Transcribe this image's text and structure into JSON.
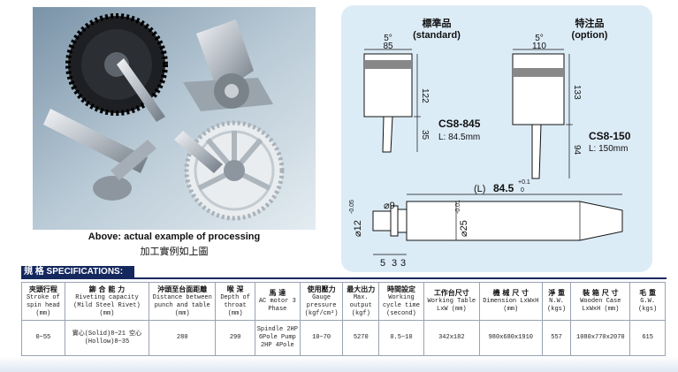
{
  "photo": {
    "caption_en": "Above: actual example of processing",
    "caption_zh": "加工實例如上圖"
  },
  "drawing": {
    "standard": {
      "label_zh": "標準品",
      "label_en": "(standard)",
      "angle": "5°",
      "width": "85",
      "height_body": "122",
      "height_tip": "35",
      "model": "CS8-845",
      "length": "L: 84.5mm"
    },
    "option": {
      "label_zh": "特注品",
      "label_en": "(option)",
      "angle": "5°",
      "width": "110",
      "height_body": "133",
      "height_tip": "94",
      "model": "CS8-150",
      "length": "L: 150mm"
    },
    "side": {
      "length_label": "(L)",
      "length_value": "84.5",
      "length_tol_upper": "+0.1",
      "length_tol_lower": "0",
      "dia_small": "⌀9",
      "dia_tip": "⌀12",
      "dia_tip_tol": "-0.05",
      "dia_body": "⌀25",
      "dia_body_tol": "-0.01",
      "dim_1": "5",
      "dim_2": "3",
      "dim_3": "3"
    }
  },
  "specs": {
    "title": "規 格 SPECIFICATIONS:",
    "columns": [
      {
        "zh": "夾頭行程",
        "en": "Stroke of spin head (mm)"
      },
      {
        "zh": "鉚 合 能 力",
        "en": "Riveting capacity (Mild Steel Rivet) (mm)"
      },
      {
        "zh": "沖頭至台面距離",
        "en": "Distance between punch and table (mm)"
      },
      {
        "zh": "喉 深",
        "en": "Depth of throat (mm)"
      },
      {
        "zh": "馬 達",
        "en": "AC motor 3 Phase"
      },
      {
        "zh": "使用壓力",
        "en": "Gauge pressure (kgf/cm²)"
      },
      {
        "zh": "最大出力",
        "en": "Max. output (kgf)"
      },
      {
        "zh": "時間設定",
        "en": "Working cycle time (second)"
      },
      {
        "zh": "工作台尺寸",
        "en": "Working Table LxW (mm)"
      },
      {
        "zh": "機 械 尺 寸",
        "en": "Dimension LxWxH (mm)"
      },
      {
        "zh": "淨 重",
        "en": "N.W. (kgs)"
      },
      {
        "zh": "裝 箱 尺 寸",
        "en": "Wooden Case LxWxH (mm)"
      },
      {
        "zh": "毛 重",
        "en": "G.W. (kgs)"
      }
    ],
    "row": [
      "0~55",
      "實心(Solid)8~21 空心(Hollow)8~35",
      "280",
      "290",
      "Spindle 2HP 6Pole Pump 2HP 4Pole",
      "10~70",
      "5270",
      "0.5~10",
      "342x182",
      "980x680x1910",
      "557",
      "1080x770x2070",
      "615"
    ]
  }
}
